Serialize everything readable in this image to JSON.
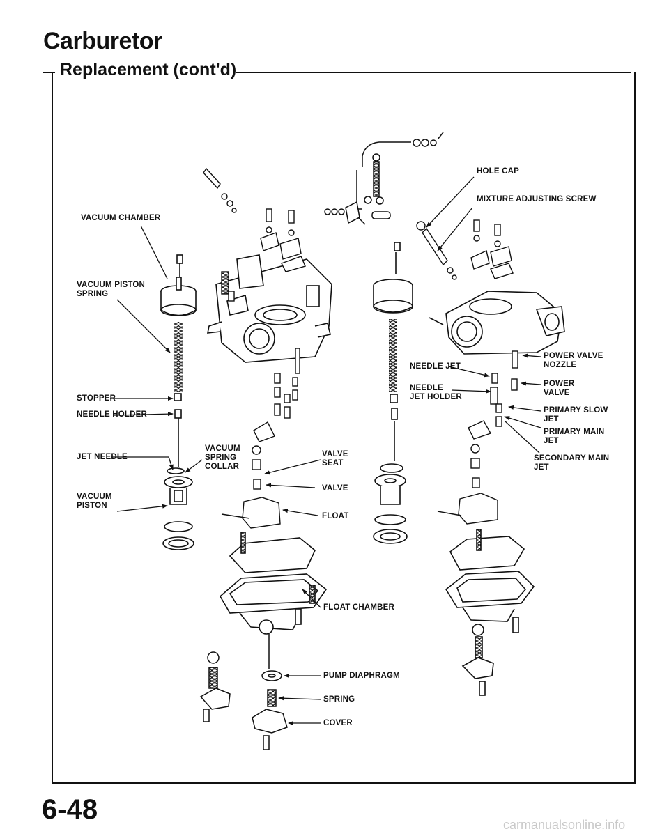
{
  "header": {
    "title": "Carburetor",
    "section": "Replacement (cont'd)"
  },
  "labels": {
    "vacuum_chamber": "VACUUM CHAMBER",
    "vacuum_piston_spring_1": "VACUUM PISTON",
    "vacuum_piston_spring_2": "SPRING",
    "stopper": "STOPPER",
    "needle_holder": "NEEDLE HOLDER",
    "jet_needle": "JET NEEDLE",
    "vacuum_spring_collar_1": "VACUUM",
    "vacuum_spring_collar_2": "SPRING",
    "vacuum_spring_collar_3": "COLLAR",
    "vacuum_piston_1": "VACUUM",
    "vacuum_piston_2": "PISTON",
    "valve_seat_1": "VALVE",
    "valve_seat_2": "SEAT",
    "valve": "VALVE",
    "float": "FLOAT",
    "float_chamber": "FLOAT CHAMBER",
    "pump_diaphragm": "PUMP DIAPHRAGM",
    "spring": "SPRING",
    "cover": "COVER",
    "hole_cap": "HOLE CAP",
    "mixture_adjusting_screw": "MIXTURE ADJUSTING SCREW",
    "needle_jet": "NEEDLE JET",
    "needle_jet_holder_1": "NEEDLE",
    "needle_jet_holder_2": "JET HOLDER",
    "power_valve_nozzle_1": "POWER VALVE",
    "power_valve_nozzle_2": "NOZZLE",
    "power_valve_1": "POWER",
    "power_valve_2": "VALVE",
    "primary_slow_jet_1": "PRIMARY SLOW",
    "primary_slow_jet_2": "JET",
    "primary_main_jet_1": "PRIMARY MAIN",
    "primary_main_jet_2": "JET",
    "secondary_main_jet_1": "SECONDARY MAIN",
    "secondary_main_jet_2": "JET"
  },
  "footer": {
    "page_number": "6-48",
    "watermark": "carmanualsonline.info"
  }
}
